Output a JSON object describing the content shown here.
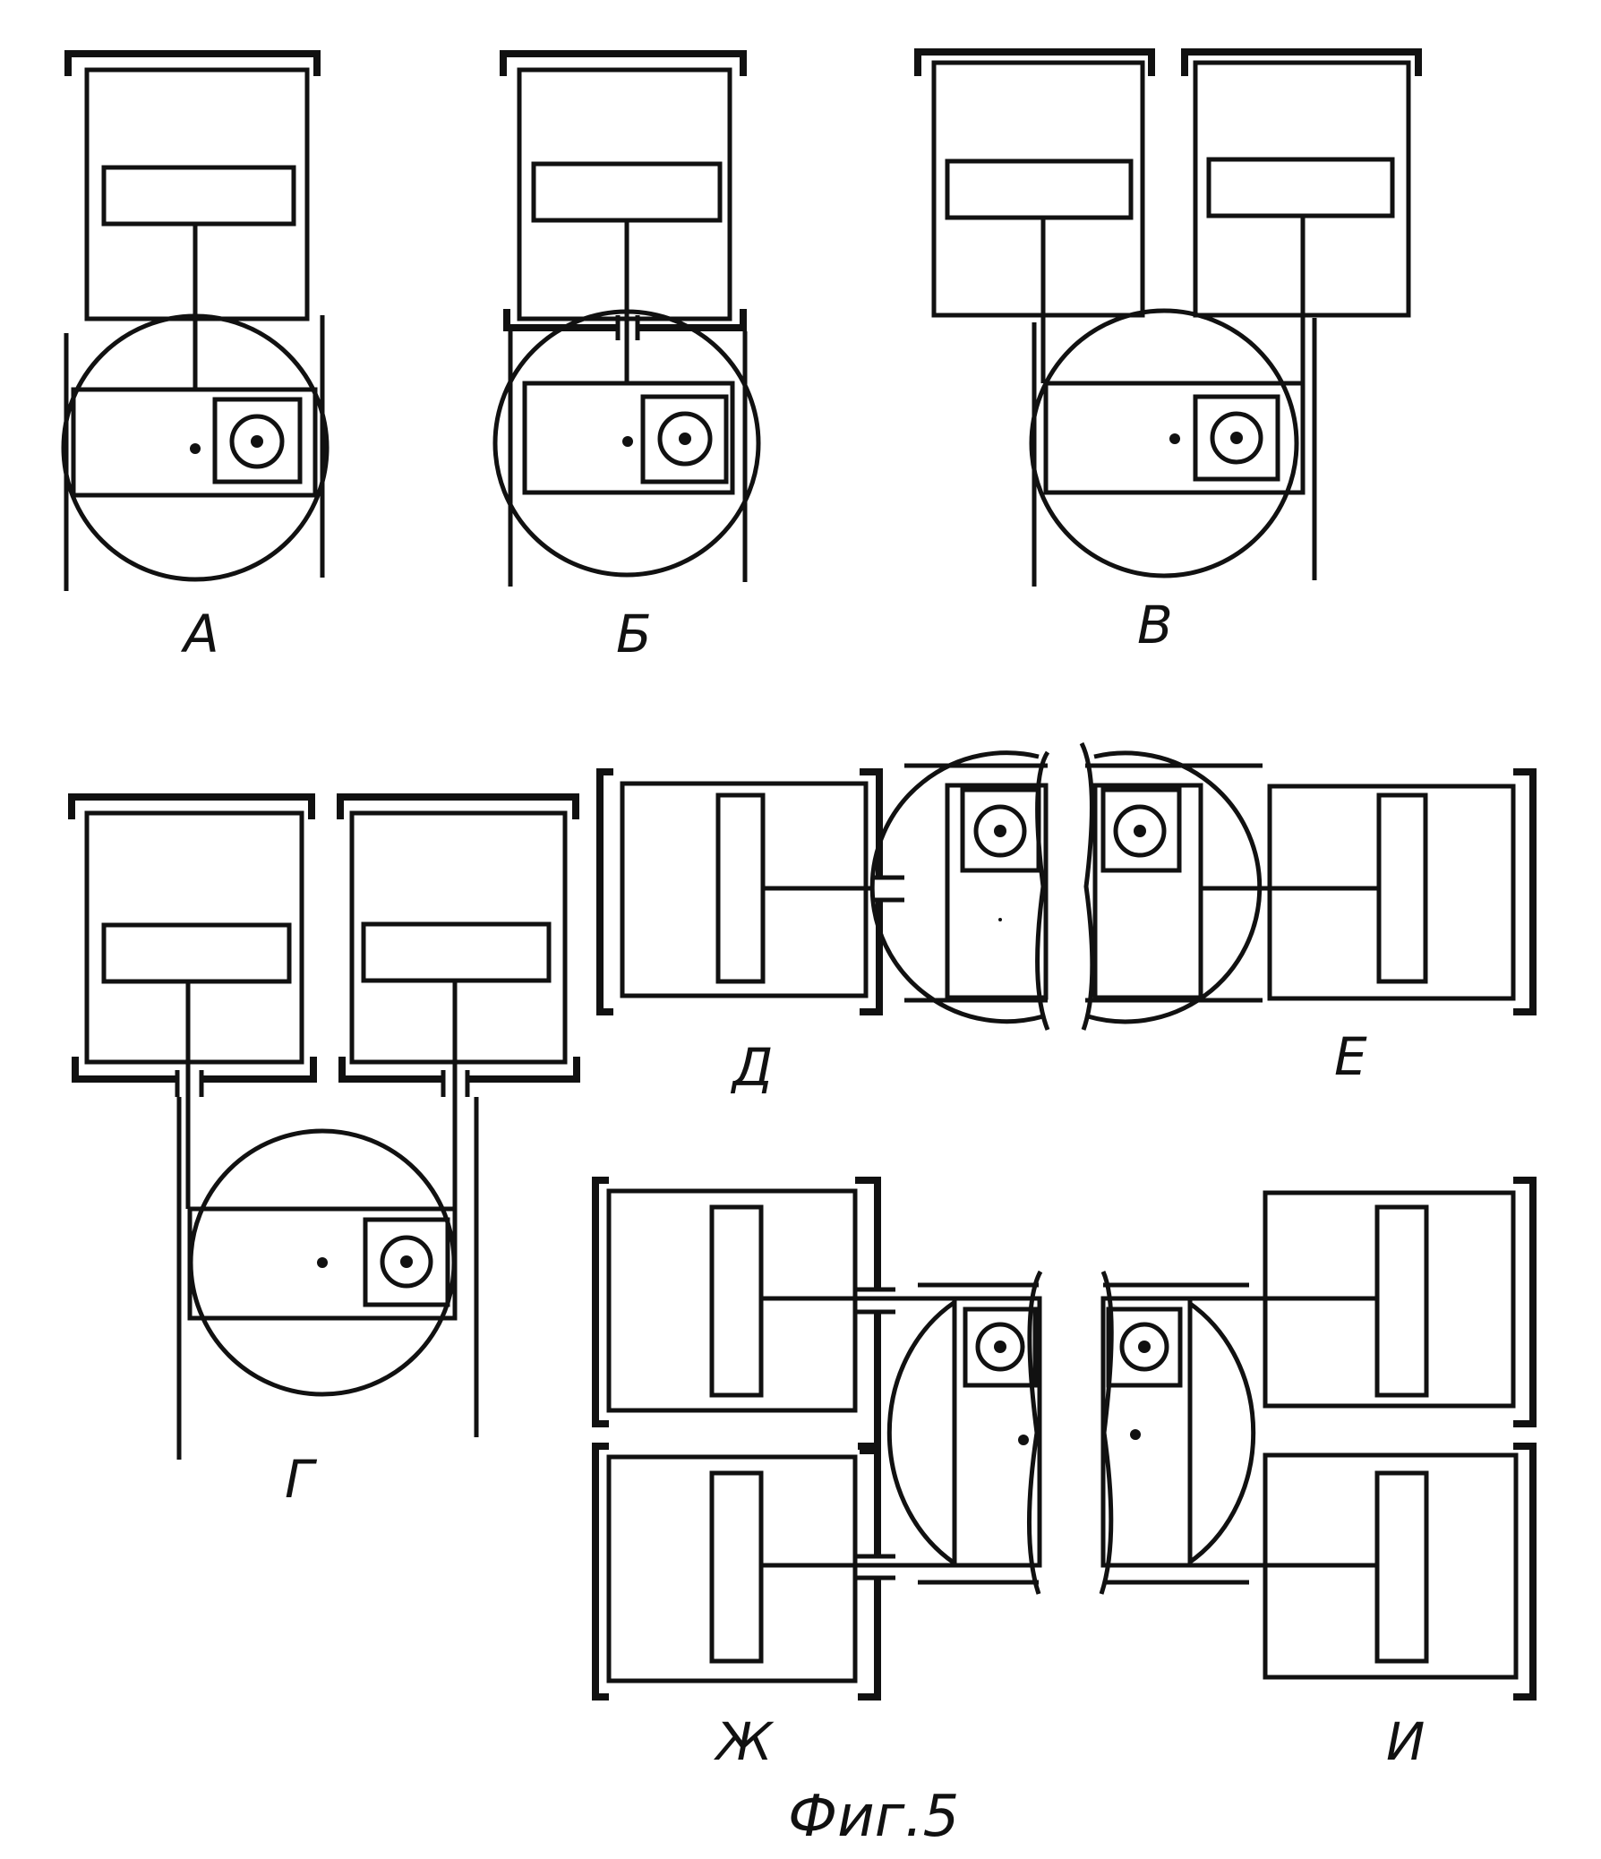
{
  "labels": {
    "a": "А",
    "b": "Б",
    "v": "В",
    "g": "Г",
    "d": "Д",
    "e": "Е",
    "zh": "Ж",
    "i": "И"
  },
  "caption": "Фиг.5"
}
